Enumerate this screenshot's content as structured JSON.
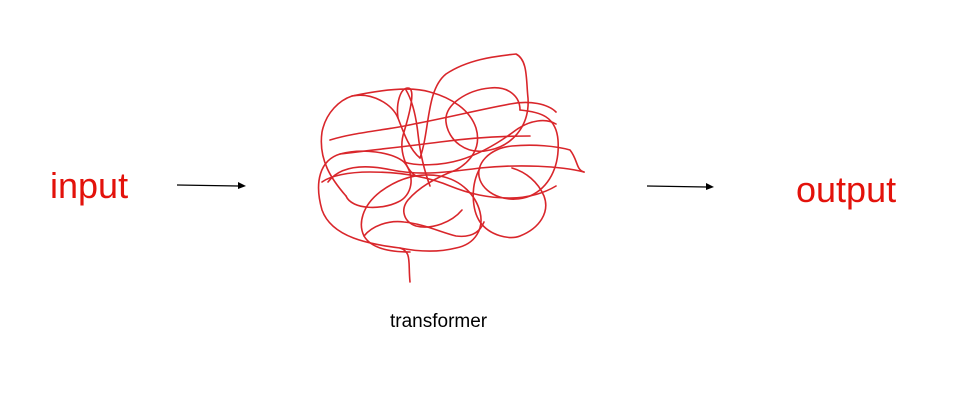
{
  "nodes": {
    "input": "input",
    "transformer": "transformer",
    "output": "output"
  },
  "colors": {
    "label": "#e3120b",
    "scribble": "#d9262b",
    "arrow": "#000000",
    "caption": "#000000"
  },
  "icons": {
    "transformer_visual": "tangled-scribble-icon",
    "connector": "right-arrow-icon"
  }
}
